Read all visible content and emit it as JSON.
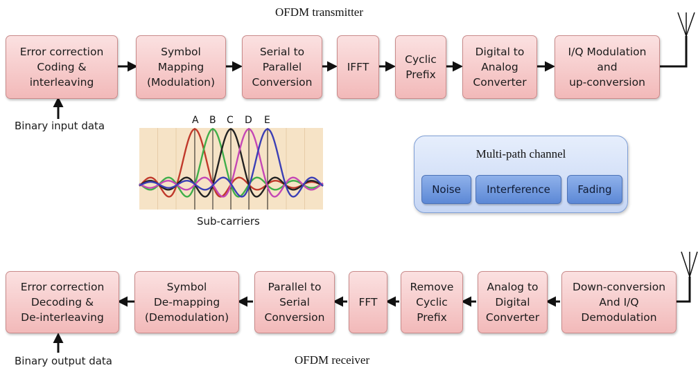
{
  "transmitter": {
    "title": "OFDM transmitter",
    "blocks": [
      "Error correction\nCoding &\ninterleaving",
      "Symbol\nMapping\n(Modulation)",
      "Serial to\nParallel\nConversion",
      "IFFT",
      "Cyclic\nPrefix",
      "Digital to\nAnalog\nConverter",
      "I/Q Modulation\nand\nup-conversion"
    ],
    "input_label": "Binary input data"
  },
  "subcarriers": {
    "letters": [
      "A",
      "B",
      "C",
      "D",
      "E"
    ],
    "caption": "Sub-carriers",
    "colors": [
      "#c0392b",
      "#3fae49",
      "#222222",
      "#c447b5",
      "#3b3fb5"
    ]
  },
  "channel": {
    "title": "Multi-path channel",
    "items": [
      "Noise",
      "Interference",
      "Fading"
    ]
  },
  "receiver": {
    "title": "OFDM receiver",
    "blocks": [
      "Error correction\nDecoding &\nDe-interleaving",
      "Symbol\nDe-mapping\n(Demodulation)",
      "Parallel to\nSerial\nConversion",
      "FFT",
      "Remove\nCyclic\nPrefix",
      "Analog to\nDigital\nConverter",
      "Down-conversion\nAnd I/Q\nDemodulation"
    ],
    "output_label": "Binary output data"
  }
}
